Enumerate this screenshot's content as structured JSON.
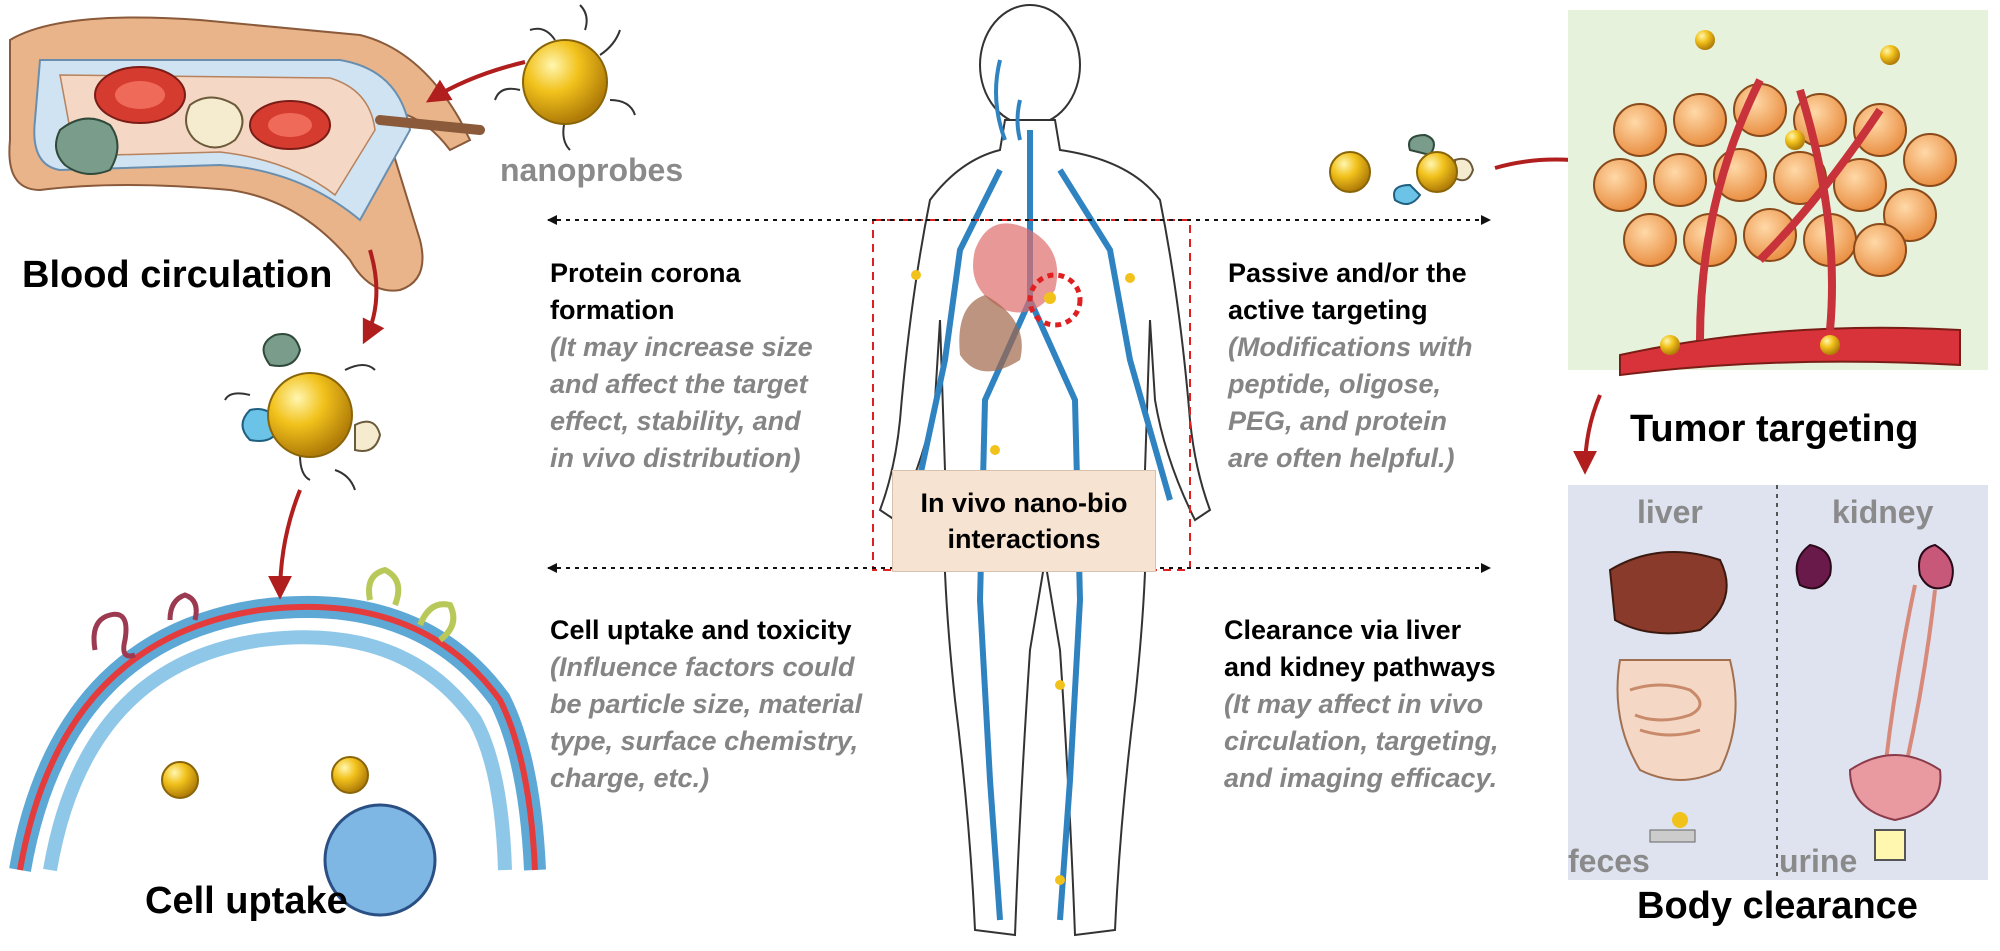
{
  "nanoprobes_label": "nanoprobes",
  "stage_labels": {
    "blood_circulation": "Blood circulation",
    "cell_uptake": "Cell uptake",
    "tumor_targeting": "Tumor targeting",
    "body_clearance": "Body clearance"
  },
  "center_box": {
    "line1": "In vivo nano-bio",
    "line2": "interactions"
  },
  "blocks": {
    "protein_corona": {
      "title": [
        "Protein corona",
        "formation"
      ],
      "note": [
        "(It may increase size",
        "and affect the target",
        "effect, stability, and",
        "in vivo distribution)"
      ]
    },
    "passive_targeting": {
      "title": [
        "Passive and/or the",
        "active targeting"
      ],
      "note": [
        "(Modifications with",
        "peptide, oligose,",
        "PEG, and protein",
        "are often helpful.)"
      ]
    },
    "cell_uptake_toxicity": {
      "title": [
        "Cell uptake and toxicity"
      ],
      "note": [
        "(Influence factors could",
        "be particle size, material",
        "type, surface chemistry,",
        "charge, etc.)"
      ]
    },
    "clearance": {
      "title": [
        "Clearance via liver",
        "and kidney pathways"
      ],
      "note": [
        "(It may affect in vivo",
        "circulation, targeting,",
        "and imaging efficacy."
      ]
    }
  },
  "clearance_panel": {
    "liver": "liver",
    "kidney": "kidney",
    "feces": "feces",
    "urine": "urine"
  },
  "colors": {
    "arrow_red": "#b01e1e",
    "vessel_blue": "#2f83c1",
    "nano_gold": "#f2c21c",
    "tumor_bg": "#e6f2dc",
    "clearance_bg": "#dfe3f0",
    "dashed_red": "#e02020"
  }
}
